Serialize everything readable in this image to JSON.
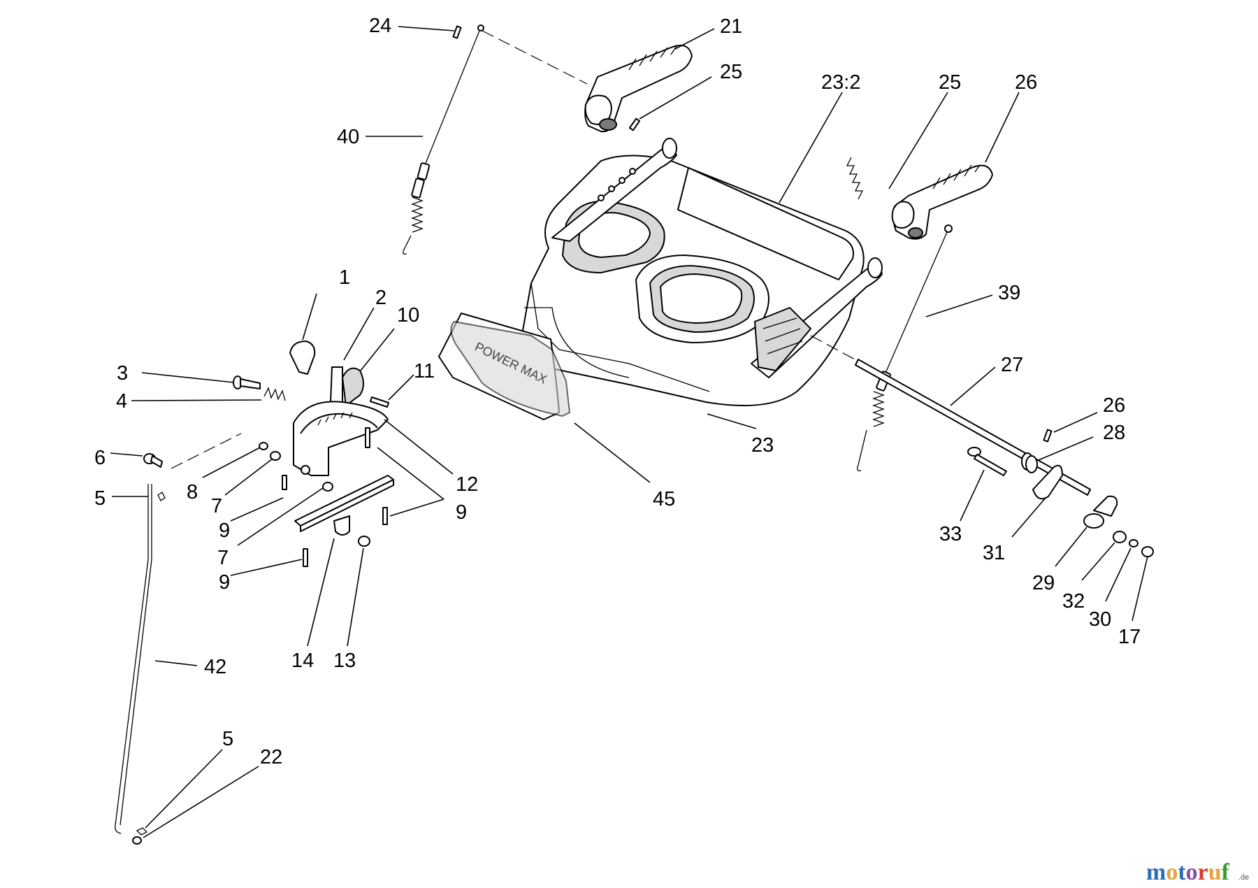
{
  "panel_text": "POWER MAX",
  "callouts": [
    {
      "id": "c1",
      "label": "1"
    },
    {
      "id": "c2",
      "label": "2"
    },
    {
      "id": "c3",
      "label": "3"
    },
    {
      "id": "c4",
      "label": "4"
    },
    {
      "id": "c5a",
      "label": "5"
    },
    {
      "id": "c5b",
      "label": "5"
    },
    {
      "id": "c6",
      "label": "6"
    },
    {
      "id": "c7a",
      "label": "7"
    },
    {
      "id": "c7b",
      "label": "7"
    },
    {
      "id": "c8",
      "label": "8"
    },
    {
      "id": "c9a",
      "label": "9"
    },
    {
      "id": "c9b",
      "label": "9"
    },
    {
      "id": "c9c",
      "label": "9"
    },
    {
      "id": "c10",
      "label": "10"
    },
    {
      "id": "c11",
      "label": "11"
    },
    {
      "id": "c12",
      "label": "12"
    },
    {
      "id": "c13",
      "label": "13"
    },
    {
      "id": "c14",
      "label": "14"
    },
    {
      "id": "c17",
      "label": "17"
    },
    {
      "id": "c21",
      "label": "21"
    },
    {
      "id": "c22",
      "label": "22"
    },
    {
      "id": "c23",
      "label": "23"
    },
    {
      "id": "c23_2",
      "label": "23:2"
    },
    {
      "id": "c24a",
      "label": "24"
    },
    {
      "id": "c24b",
      "label": "24"
    },
    {
      "id": "c24c",
      "label": "24"
    },
    {
      "id": "c25",
      "label": "25"
    },
    {
      "id": "c26",
      "label": "26"
    },
    {
      "id": "c27",
      "label": "27"
    },
    {
      "id": "c28",
      "label": "28"
    },
    {
      "id": "c29",
      "label": "29"
    },
    {
      "id": "c30",
      "label": "30"
    },
    {
      "id": "c31",
      "label": "31"
    },
    {
      "id": "c32",
      "label": "32"
    },
    {
      "id": "c33",
      "label": "33"
    },
    {
      "id": "c39",
      "label": "39"
    },
    {
      "id": "c40",
      "label": "40"
    },
    {
      "id": "c42",
      "label": "42"
    },
    {
      "id": "c45",
      "label": "45"
    }
  ],
  "watermark": {
    "brand": "motoruf",
    "domain": ".de",
    "colors": [
      "#2a6db5",
      "#e8a33a",
      "#2a6db5",
      "#8a4fa0",
      "#d9392b",
      "#e8a33a",
      "#3a9a3a"
    ]
  }
}
